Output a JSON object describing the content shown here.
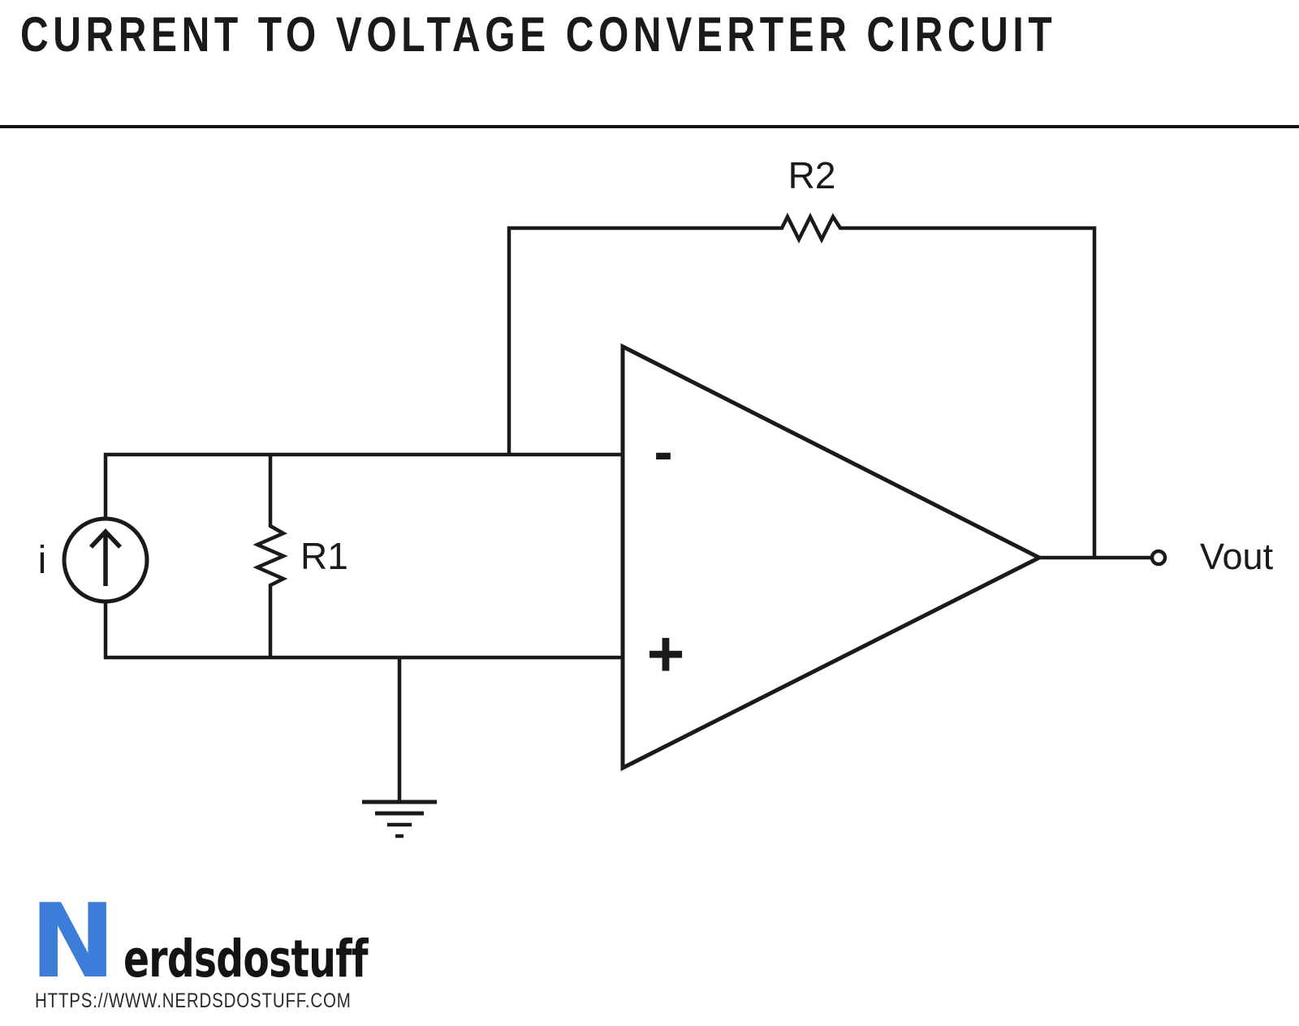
{
  "header": {
    "title": "CURRENT TO VOLTAGE CONVERTER CIRCUIT"
  },
  "circuit": {
    "source_label": "i",
    "r1_label": "R1",
    "r2_label": "R2",
    "vout_label": "Vout",
    "opamp_minus": "-",
    "opamp_plus": "+",
    "components": {
      "current_source": "current source (arrow up)",
      "r1": "resistor R1 (shunt)",
      "r2": "resistor R2 (feedback)",
      "opamp": "operational amplifier",
      "ground": "ground symbol",
      "output_terminal": "open circle output terminal"
    },
    "colors": {
      "line": "#1a1a1a",
      "background": "#ffffff"
    }
  },
  "footer": {
    "logo_initial": "N",
    "logo_text": "erdsdostuff",
    "logo_color": "#3b7dd8",
    "url": "HTTPS://WWW.NERDSDOSTUFF.COM"
  }
}
